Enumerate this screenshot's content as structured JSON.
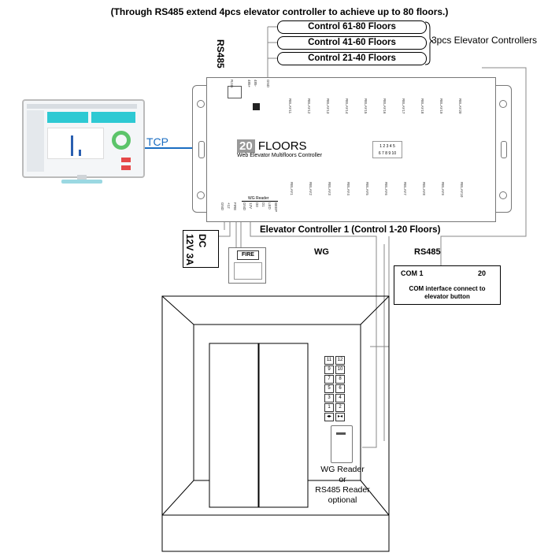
{
  "header_note": "(Through RS485 extend 4pcs elevator controller to achieve up to 80 floors.)",
  "extension_controllers": [
    "Control 61-80 Floors",
    "Control 41-60 Floors",
    "Control 21-40 Floors"
  ],
  "extension_label": "3pcs Elevator Controllers",
  "rs485_bus_label": "RS485",
  "pc": {
    "link_label": "TCP"
  },
  "controller": {
    "floors_number": "20",
    "floors_word": "FLOORS",
    "subtitle": "Web Elevator Multifloors Controller",
    "caption": "Elevator Controller 1 (Control 1-20 Floors)",
    "port_rj45": "RJ45",
    "top_terminals": [
      "485+",
      "485-",
      "GND"
    ],
    "relay_top": [
      "RELAY11",
      "RELAY12",
      "RELAY13",
      "RELAY14",
      "RELAY15",
      "RELAY16",
      "RELAY17",
      "RELAY18",
      "RELAY19",
      "RELAY20"
    ],
    "relay_bottom": [
      "RELAY1",
      "RELAY2",
      "RELAY3",
      "RELAY4",
      "RELAY5",
      "RELAY6",
      "RELAY7",
      "RELAY8",
      "RELAY9",
      "RELAY10"
    ],
    "wg_reader_label": "WG Reader",
    "bottom_terminals": [
      "GND",
      "+12",
      "FIRE",
      "GND",
      "12V",
      "D0",
      "D1",
      "LED",
      "BEEP"
    ],
    "dip_row1": "1 2 3 4 5",
    "dip_row2": "6 7 8 9 10"
  },
  "power": {
    "line1": "DC",
    "line2": "12V  3A"
  },
  "fire_label": "FIRE",
  "wg_label": "WG",
  "rs485_label": "RS485",
  "com_box": {
    "left": "COM  1",
    "right": "20",
    "note_line1": "COM interface connect to",
    "note_line2": "elevator button"
  },
  "keypad_keys": [
    "11",
    "12",
    "9",
    "10",
    "7",
    "8",
    "5",
    "6",
    "3",
    "4",
    "1",
    "2",
    "◂▸",
    "▸◂"
  ],
  "reader": {
    "line1": "WG Reader",
    "line2": "or",
    "line3": "RS485 Reader",
    "line4": "optional"
  }
}
